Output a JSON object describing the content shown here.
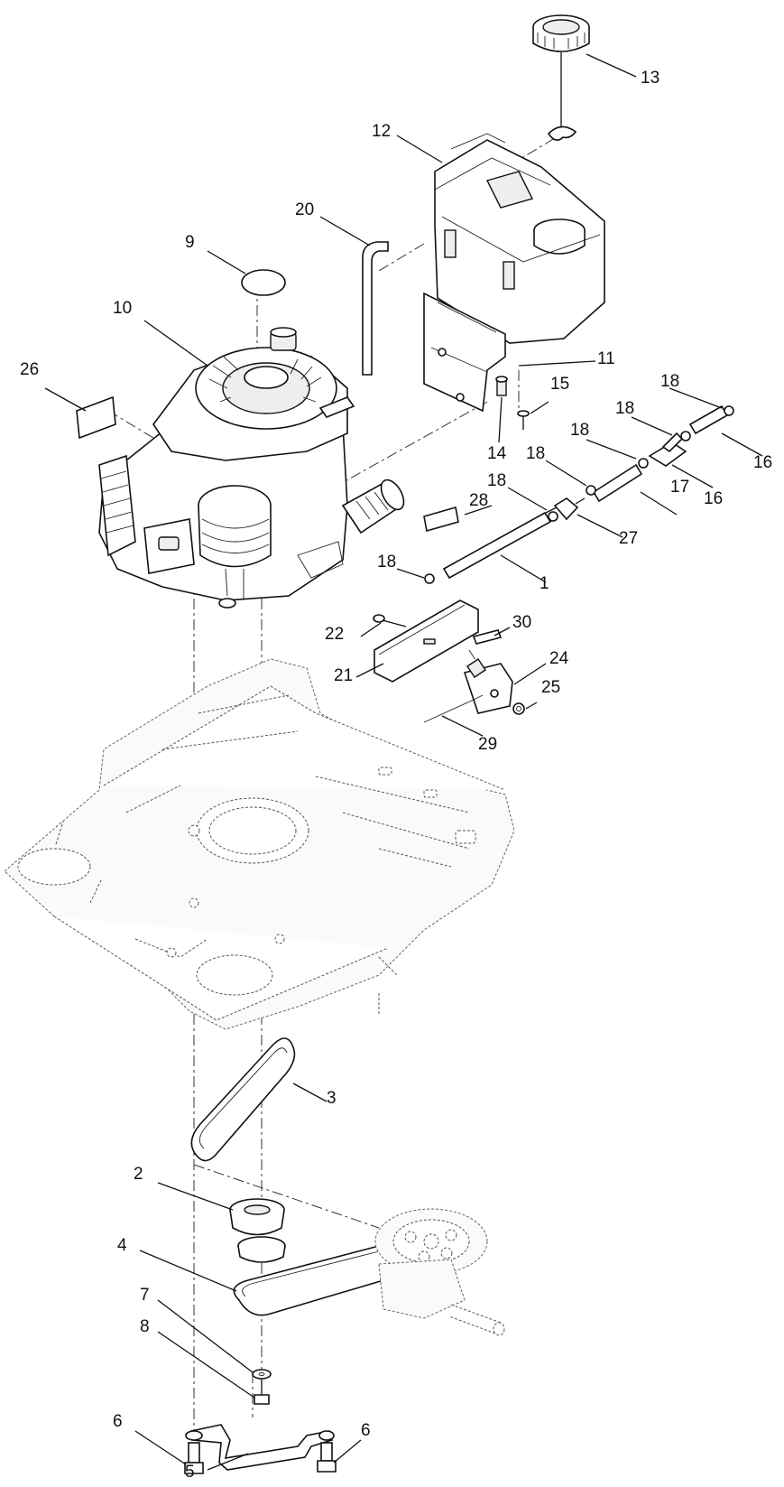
{
  "callouts": [
    {
      "id": "c1",
      "label": "1"
    },
    {
      "id": "c2",
      "label": "2"
    },
    {
      "id": "c3",
      "label": "3"
    },
    {
      "id": "c4",
      "label": "4"
    },
    {
      "id": "c5",
      "label": "5"
    },
    {
      "id": "c6a",
      "label": "6"
    },
    {
      "id": "c6b",
      "label": "6"
    },
    {
      "id": "c7",
      "label": "7"
    },
    {
      "id": "c8",
      "label": "8"
    },
    {
      "id": "c9",
      "label": "9"
    },
    {
      "id": "c10",
      "label": "10"
    },
    {
      "id": "c11",
      "label": "11"
    },
    {
      "id": "c12",
      "label": "12"
    },
    {
      "id": "c13",
      "label": "13"
    },
    {
      "id": "c14",
      "label": "14"
    },
    {
      "id": "c15",
      "label": "15"
    },
    {
      "id": "c16a",
      "label": "16"
    },
    {
      "id": "c16b",
      "label": "16"
    },
    {
      "id": "c17",
      "label": "17"
    },
    {
      "id": "c18a",
      "label": "18"
    },
    {
      "id": "c18b",
      "label": "18"
    },
    {
      "id": "c18c",
      "label": "18"
    },
    {
      "id": "c18d",
      "label": "18"
    },
    {
      "id": "c18e",
      "label": "18"
    },
    {
      "id": "c18f",
      "label": "18"
    },
    {
      "id": "c20",
      "label": "20"
    },
    {
      "id": "c21",
      "label": "21"
    },
    {
      "id": "c22",
      "label": "22"
    },
    {
      "id": "c24",
      "label": "24"
    },
    {
      "id": "c25",
      "label": "25"
    },
    {
      "id": "c26",
      "label": "26"
    },
    {
      "id": "c27",
      "label": "27"
    },
    {
      "id": "c28",
      "label": "28"
    },
    {
      "id": "c29",
      "label": "29"
    },
    {
      "id": "c30",
      "label": "30"
    }
  ]
}
